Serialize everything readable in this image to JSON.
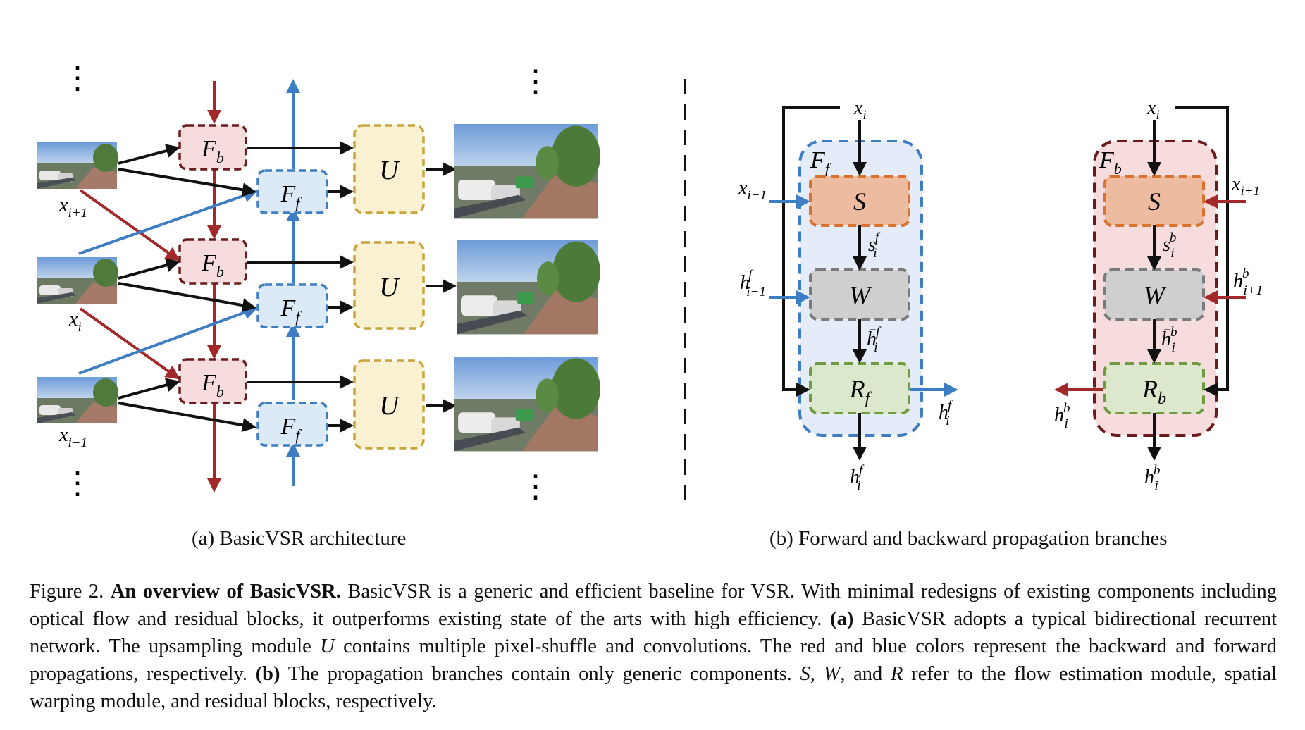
{
  "figure": {
    "left_panel": {
      "subcaption": "(a) BasicVSR architecture",
      "input_labels": [
        "x",
        "x",
        "x"
      ],
      "input_subscripts": [
        "i+1",
        "i",
        "i−1"
      ],
      "backward_label": {
        "base": "F",
        "sub": "b"
      },
      "forward_label": {
        "base": "F",
        "sub": "f"
      },
      "upsample_label": "U",
      "ellipsis": "⋮"
    },
    "right_panel": {
      "subcaption": "(b) Forward and backward propagation branches",
      "forward_branch": {
        "title": {
          "base": "F",
          "sub": "f"
        },
        "input_x": {
          "base": "x",
          "sub": "i"
        },
        "input_prev": {
          "base": "x",
          "sub": "i−1"
        },
        "hidden_prev": {
          "base": "h",
          "sup": "f",
          "sub": "i−1"
        },
        "flow_label": {
          "base": "s",
          "sup": "f",
          "sub": "i"
        },
        "warp_label": {
          "base": "h̄",
          "sup": "f",
          "sub": "i"
        },
        "out_side": {
          "base": "h",
          "sup": "f",
          "sub": "i"
        },
        "out_bottom": {
          "base": "h",
          "sup": "f",
          "sub": "i"
        },
        "modules": {
          "S": "S",
          "W": "W",
          "R": "R",
          "R_sub": "f"
        }
      },
      "backward_branch": {
        "title": {
          "base": "F",
          "sub": "b"
        },
        "input_x": {
          "base": "x",
          "sub": "i"
        },
        "input_next": {
          "base": "x",
          "sub": "i+1"
        },
        "hidden_next": {
          "base": "h",
          "sup": "b",
          "sub": "i+1"
        },
        "flow_label": {
          "base": "s",
          "sup": "b",
          "sub": "i"
        },
        "warp_label": {
          "base": "h̄",
          "sup": "b",
          "sub": "i"
        },
        "out_side": {
          "base": "h",
          "sup": "b",
          "sub": "i"
        },
        "out_bottom": {
          "base": "h",
          "sup": "b",
          "sub": "i"
        },
        "modules": {
          "S": "S",
          "W": "W",
          "R": "R",
          "R_sub": "b"
        }
      }
    },
    "colors": {
      "backward_red": "#a3282a",
      "forward_blue": "#3c7dc4",
      "fb_fill": "#f6dcdc",
      "ff_fill": "#dce9f6",
      "u_fill": "#faf0d2",
      "u_border": "#c8a43a",
      "s_fill": "#ecbba0",
      "s_border": "#d8722e",
      "w_fill": "#cfcfcf",
      "w_border": "#7a7a7a",
      "r_fill": "#dbe8cc",
      "r_border": "#6f9a3f"
    }
  },
  "caption": {
    "figure_number": "Figure 2.",
    "bold_title": "An overview of BasicVSR.",
    "text_1": " BasicVSR is a generic and efficient baseline for VSR. With minimal redesigns of existing components including optical flow and residual blocks, it outperforms existing state of the arts with high efficiency. ",
    "bold_a": "(a)",
    "text_2": " BasicVSR adopts a typical bidirectional recurrent network. The upsampling module ",
    "math_U": "U",
    "text_3": " contains multiple pixel-shuffle and convolutions. The red and blue colors represent the backward and forward propagations, respectively. ",
    "bold_b": "(b)",
    "text_4": " The propagation branches contain only generic components. ",
    "math_S": "S",
    "comma_1": ", ",
    "math_W": "W",
    "text_5": ", and ",
    "math_R": "R",
    "text_6": " refer to the flow estimation module, spatial warping module, and residual blocks, respectively."
  }
}
